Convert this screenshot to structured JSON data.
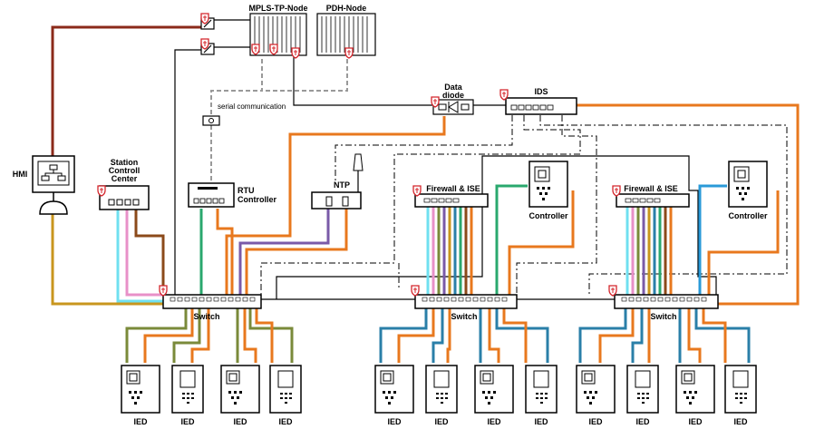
{
  "labels": {
    "mpls": "MPLS-TP-Node",
    "pdh": "PDH-Node",
    "serial": "serial communication",
    "diode_line1": "Data",
    "diode_line2": "diode",
    "ids": "IDS",
    "hmi": "HMI",
    "station_l1": "Station",
    "station_l2": "Controll",
    "station_l3": "Center",
    "rtu_l1": "RTU",
    "rtu_l2": "Controller",
    "ntp": "NTP",
    "fw1": "Firewall & ISE",
    "fw2": "Firewall & ISE",
    "ctrl1": "Controller",
    "ctrl2": "Controller",
    "switch1": "Switch",
    "switch2": "Switch",
    "switch3": "Switch",
    "ied": [
      "IED",
      "IED",
      "IED",
      "IED",
      "IED",
      "IED",
      "IED",
      "IED",
      "IED",
      "IED",
      "IED",
      "IED"
    ]
  },
  "colors": {
    "brown": "#8b2a1a",
    "orange": "#e8781e",
    "green": "#2aa86e",
    "blue": "#2a7fa8",
    "olive": "#7a8a3a",
    "purple": "#7a5aa8",
    "teal": "#3a8aa8",
    "gold": "#c8961e",
    "pink": "#e890c8",
    "cyan": "#70e0f0",
    "shield": "#d4252b"
  }
}
